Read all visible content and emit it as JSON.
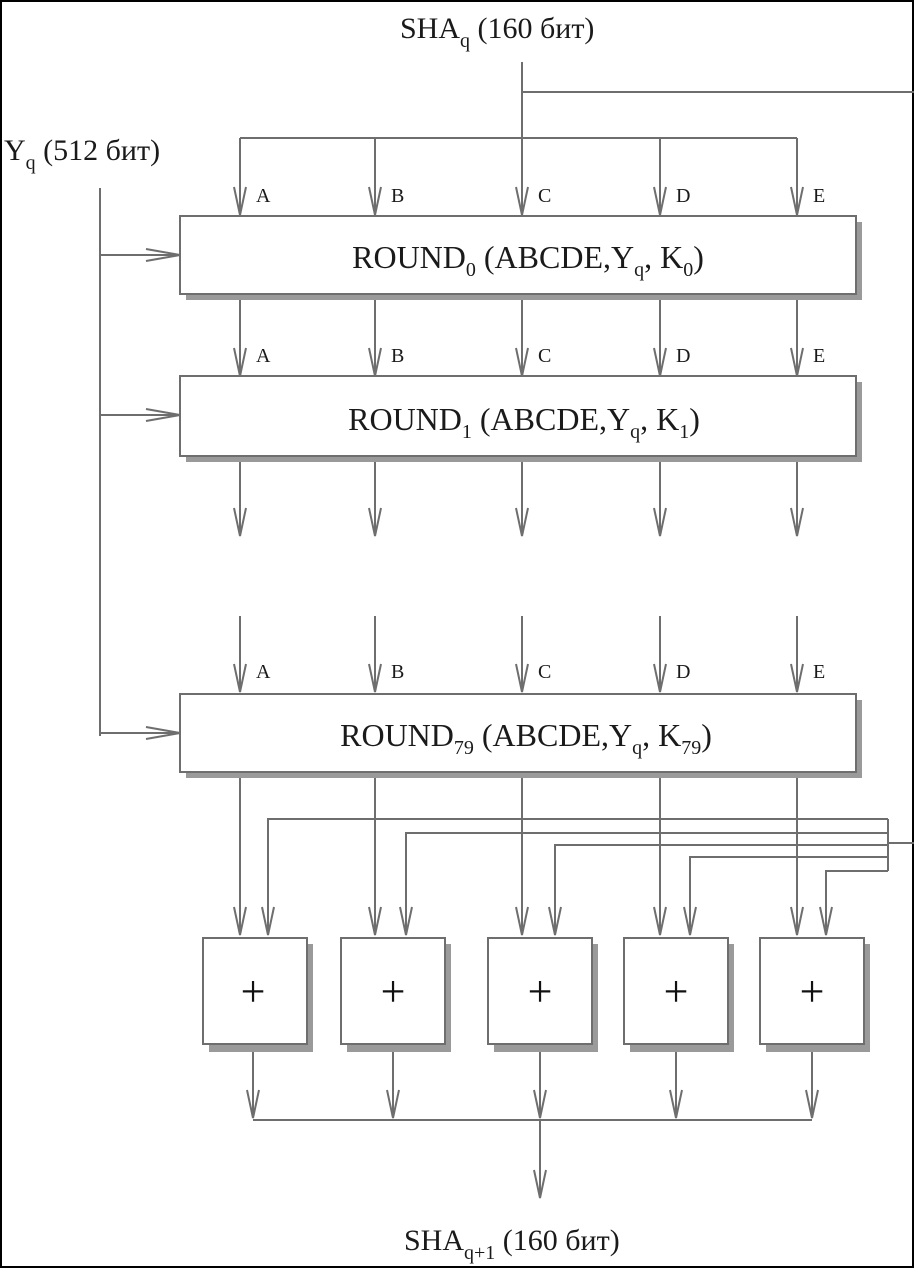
{
  "top": {
    "label_main": "SHA",
    "label_sub": "q",
    "label_tail": " (160 бит)"
  },
  "left": {
    "label_main": "Y",
    "label_sub": "q",
    "label_tail": " (512 бит)"
  },
  "bottom": {
    "label_main": "SHA",
    "label_sub": "q+1",
    "label_tail": " (160 бит)"
  },
  "registers": [
    "A",
    "B",
    "C",
    "D",
    "E"
  ],
  "rounds": [
    {
      "name": "ROUND",
      "index": "0",
      "args_pre": " (ABCDE,Y",
      "args_sub": "q",
      "args_mid": ", K",
      "k_index": "0",
      "args_post": ")"
    },
    {
      "name": "ROUND",
      "index": "1",
      "args_pre": " (ABCDE,Y",
      "args_sub": "q",
      "args_mid": ", K",
      "k_index": "1",
      "args_post": ")"
    },
    {
      "name": "ROUND",
      "index": "79",
      "args_pre": " (ABCDE,Y",
      "args_sub": "q",
      "args_mid": ", K",
      "k_index": "79",
      "args_post": ")"
    }
  ],
  "adder_symbol": "+",
  "colors": {
    "line": "#6e6e6e",
    "frame": "#000000",
    "shadow": "#9a9a9a"
  }
}
